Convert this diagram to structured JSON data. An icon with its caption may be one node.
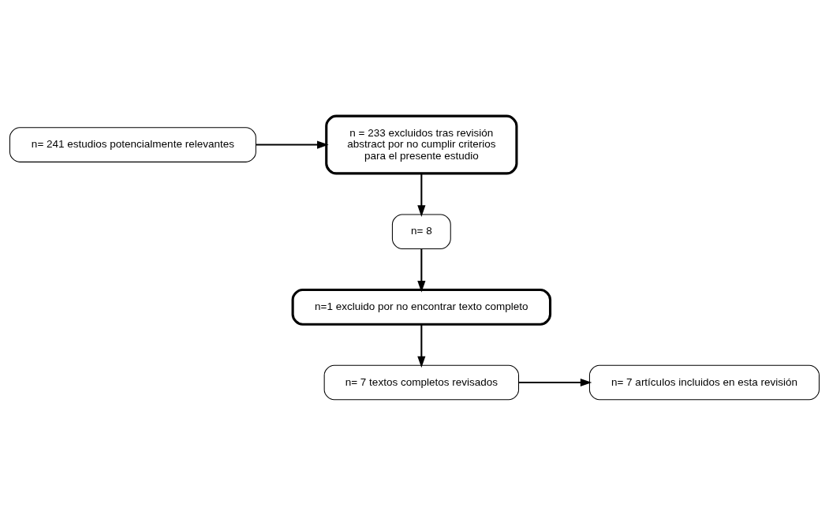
{
  "diagram": {
    "nodes": [
      {
        "text": [
          "n= 241 estudios potencialmente relevantes"
        ]
      },
      {
        "text": [
          "n = 233 excluidos tras revisión abstract por no cumplir criterios para el presente estudio"
        ]
      },
      {
        "text": [
          "n= 8"
        ]
      },
      {
        "text": [
          "n=1 excluido por no encontrar texto completo"
        ]
      },
      {
        "text": [
          "n= 7 textos completos revisados"
        ]
      },
      {
        "text": [
          "n= 7 artículos incluidos en esta revisión"
        ]
      }
    ],
    "edges": [
      {
        "from": 0,
        "to": 1,
        "arrow": "to"
      },
      {
        "from": 1,
        "to": 2,
        "arrow": "to"
      },
      {
        "from": 2,
        "to": 3,
        "arrow": "to"
      },
      {
        "from": 3,
        "to": 4,
        "arrow": "to"
      },
      {
        "from": 4,
        "to": 5,
        "arrow": "to"
      }
    ]
  }
}
